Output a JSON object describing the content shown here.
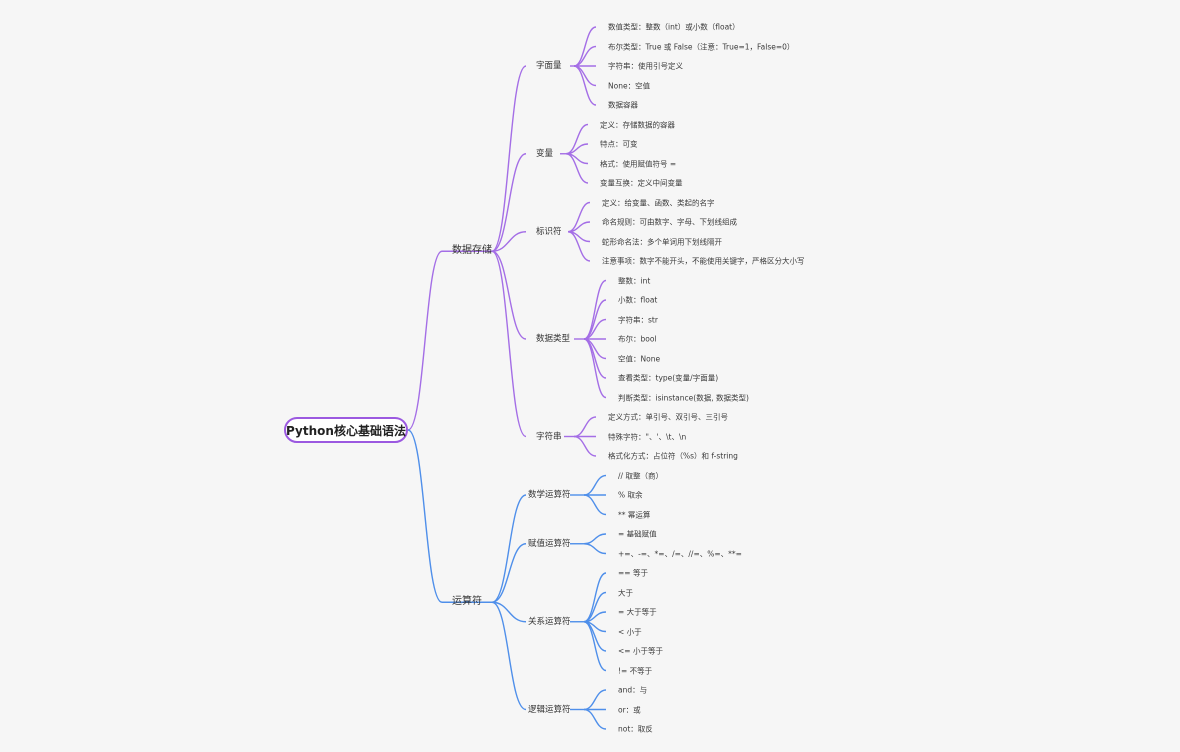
{
  "title": "Python核心基础语法",
  "colors": {
    "branch_purple": "#a46ee6",
    "branch_blue": "#4f8fea",
    "root_border": "#9b59e0"
  },
  "branches": [
    {
      "label": "数据存储",
      "color": "purple",
      "groups": [
        {
          "label": "字面量",
          "items": [
            "数值类型：整数（int）或小数（float）",
            "布尔类型：True 或 False（注意：True=1，False=0）",
            "字符串：使用引号定义",
            "None：空值",
            "数据容器"
          ]
        },
        {
          "label": "变量",
          "items": [
            "定义：存储数据的容器",
            "特点：可变",
            "格式：使用赋值符号 =",
            "变量互换：定义中间变量"
          ]
        },
        {
          "label": "标识符",
          "items": [
            "定义：给变量、函数、类起的名字",
            "命名规则：可由数字、字母、下划线组成",
            "蛇形命名法：多个单词用下划线隔开",
            "注意事项：数字不能开头，不能使用关键字，严格区分大小写"
          ]
        },
        {
          "label": "数据类型",
          "items": [
            "整数：int",
            "小数：float",
            "字符串：str",
            "布尔：bool",
            "空值：None",
            "查看类型：type(变量/字面量)",
            "判断类型：isinstance(数据, 数据类型)"
          ]
        },
        {
          "label": "字符串",
          "items": [
            "定义方式：单引号、双引号、三引号",
            "特殊字符：\"、'、\\t、\\n",
            "格式化方式：占位符（%s）和 f-string"
          ]
        }
      ]
    },
    {
      "label": "运算符",
      "color": "blue",
      "groups": [
        {
          "label": "数学运算符",
          "items": [
            "// 取整（商）",
            "% 取余",
            "** 幂运算"
          ]
        },
        {
          "label": "赋值运算符",
          "items": [
            "= 基础赋值",
            "+=、-=、*=、/=、//=、%=、**="
          ]
        },
        {
          "label": "关系运算符",
          "items": [
            "== 等于",
            "大于",
            "= 大于等于",
            "< 小于",
            "<= 小于等于",
            "!= 不等于"
          ]
        },
        {
          "label": "逻辑运算符",
          "items": [
            "and：与",
            "or：或",
            "not：取反"
          ]
        }
      ]
    }
  ]
}
